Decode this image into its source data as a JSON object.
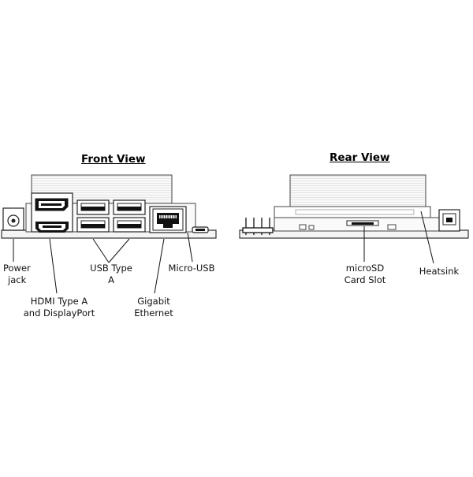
{
  "front_view": {
    "title": "Front View",
    "labels": {
      "power_jack": [
        "Power",
        "jack"
      ],
      "hdmi": [
        "HDMI Type A",
        "and DisplayPort"
      ],
      "usb": [
        "USB Type",
        "A"
      ],
      "ethernet": [
        "Gigabit",
        "Ethernet"
      ],
      "micro_usb": "Micro-USB"
    }
  },
  "rear_view": {
    "title": "Rear View",
    "labels": {
      "microsd": [
        "microSD",
        "Card Slot"
      ],
      "heatsink": "Heatsink"
    }
  }
}
